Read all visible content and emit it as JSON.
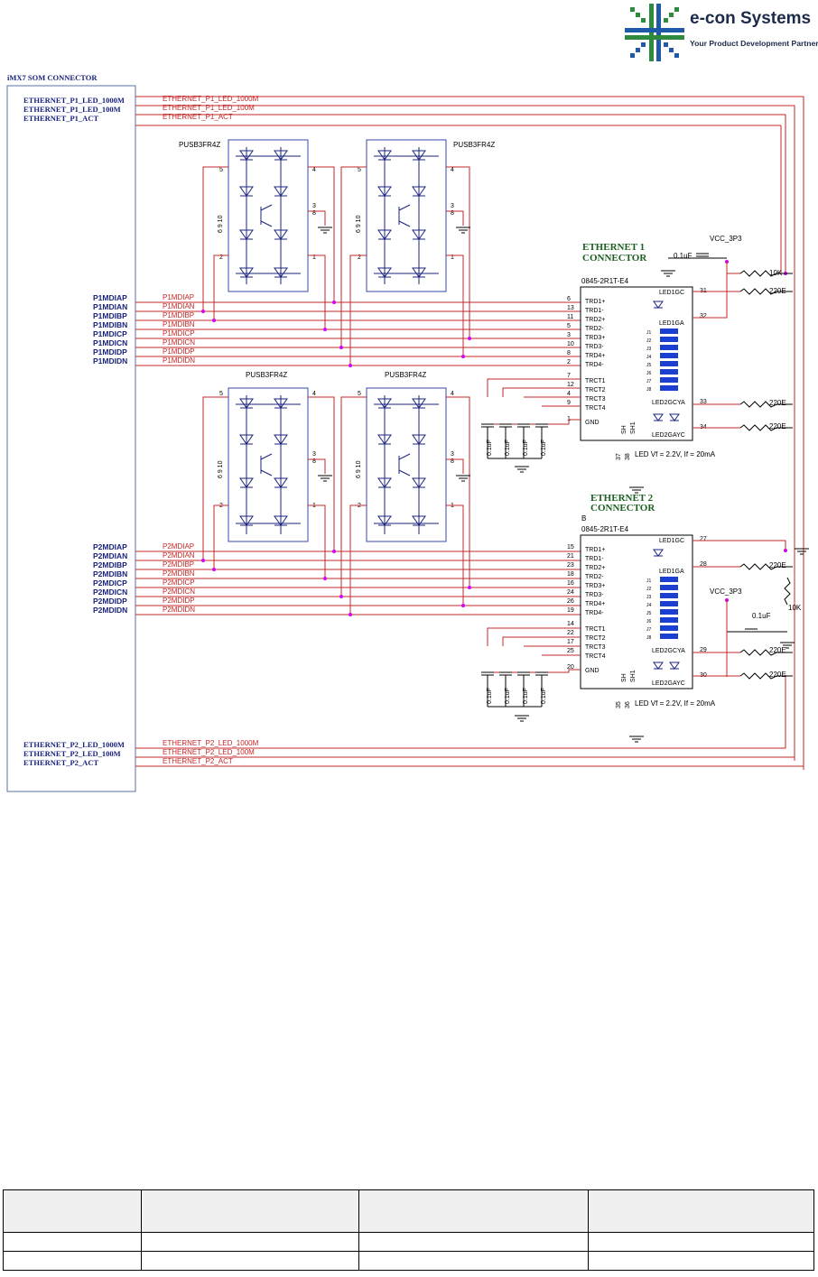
{
  "logo": {
    "brand": "e-con Systems",
    "tagline": "Your Product Development Partner",
    "colors": {
      "blue": "#1e5aa8",
      "green": "#2e8b3d",
      "text": "#1c2a4a"
    }
  },
  "schematic": {
    "som": {
      "title": "iMX7 SOM CONNECTOR",
      "led1_pins": [
        "ETHERNET_P1_LED_1000M",
        "ETHERNET_P1_LED_100M",
        "ETHERNET_P1_ACT"
      ],
      "p1_pins": [
        "P1MDIAP",
        "P1MDIAN",
        "P1MDIBP",
        "P1MDIBN",
        "P1MDICP",
        "P1MDICN",
        "P1MDIDP",
        "P1MDIDN"
      ],
      "p2_pins": [
        "P2MDIAP",
        "P2MDIAN",
        "P2MDIBP",
        "P2MDIBN",
        "P2MDICP",
        "P2MDICN",
        "P2MDIDP",
        "P2MDIDN"
      ],
      "led2_pins": [
        "ETHERNET_P2_LED_1000M",
        "ETHERNET_P2_LED_100M",
        "ETHERNET_P2_ACT"
      ]
    },
    "esd_part": "PUSB3FR4Z",
    "esd_pins": {
      "p5": "5",
      "p4": "4",
      "p3": "3",
      "p8": "8",
      "p2": "2",
      "p1": "1",
      "side": "6 9 10"
    },
    "eth1": {
      "title_line1": "ETHERNET 1",
      "title_line2": "CONNECTOR",
      "part": "0845-2R1T-E4",
      "trd_pins": [
        "6",
        "13",
        "11",
        "5",
        "3",
        "10",
        "8",
        "2"
      ],
      "trct_pins": [
        "7",
        "12",
        "4",
        "9"
      ],
      "gnd_pin": "1",
      "sh_pins": [
        "37",
        "38"
      ],
      "led_pins": {
        "led1gc": "31",
        "led1ga": "32",
        "led2gcya": "33",
        "led2gayc": "34"
      }
    },
    "eth2": {
      "title_line1": "ETHERNET 2",
      "title_line2": "CONNECTOR",
      "designator": "B",
      "part": "0845-2R1T-E4",
      "trd_pins": [
        "15",
        "21",
        "23",
        "18",
        "16",
        "24",
        "26",
        "19"
      ],
      "trct_pins": [
        "14",
        "22",
        "17",
        "25"
      ],
      "gnd_pin": "20",
      "sh_pins": [
        "35",
        "36"
      ],
      "led_pins": {
        "led1gc": "27",
        "led1ga": "28",
        "led2gcya": "29",
        "led2gayc": "30"
      }
    },
    "connector_labels": {
      "trd": [
        "TRD1+",
        "TRD1-",
        "TRD2+",
        "TRD2-",
        "TRD3+",
        "TRD3-",
        "TRD4+",
        "TRD4-"
      ],
      "trct": [
        "TRCT1",
        "TRCT2",
        "TRCT3",
        "TRCT4"
      ],
      "gnd": "GND",
      "sh": "SH",
      "sh1": "SH1",
      "led1gc": "LED1GC",
      "led1ga": "LED1GA",
      "led2gcya": "LED2GCYA",
      "led2gayc": "LED2GAYC",
      "magnetics": [
        "J1",
        "J2",
        "J3",
        "J4",
        "J5",
        "J6",
        "J7",
        "J8"
      ]
    },
    "passives": {
      "cap": "0.1uF",
      "cap_small": "0.1uF",
      "r_pullup": "10K",
      "r_led": "220E",
      "vcc": "VCC_3P3"
    },
    "led_note": "LED Vf = 2.2V, If = 20mA"
  },
  "table": {
    "rows": [
      [
        "",
        "",
        "",
        ""
      ],
      [
        "",
        "",
        "",
        ""
      ],
      [
        "",
        "",
        "",
        ""
      ]
    ]
  }
}
